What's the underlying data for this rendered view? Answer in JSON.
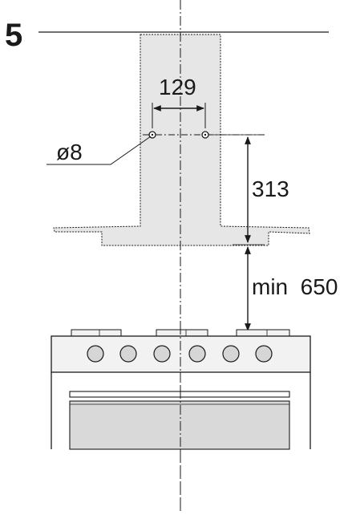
{
  "step": {
    "number": "5"
  },
  "dimensions": {
    "hole_spacing": "129",
    "hole_diameter": "ø8",
    "hood_height": "313",
    "min_clearance": "min  650"
  },
  "colors": {
    "line": "#1a1a1a",
    "hood_fill": "#e6e6e6",
    "appliance_fill": "#f2f2f2",
    "oven_window": "#d9d9d9",
    "knob_fill": "#d6d6d6"
  },
  "icons": [
    "double-arrow-icon",
    "mounting-hole-icon",
    "cooker-knob-icon"
  ]
}
